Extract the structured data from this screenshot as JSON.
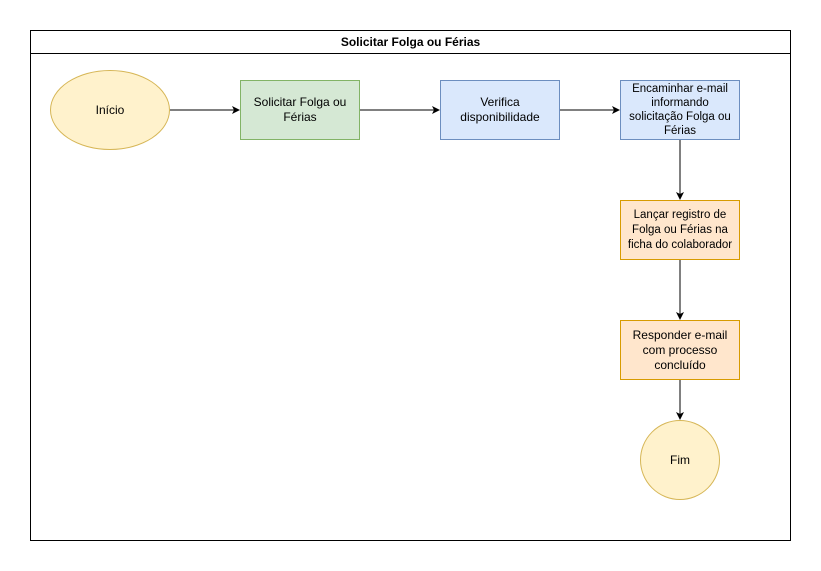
{
  "title": "Solicitar Folga ou Férias",
  "nodes": {
    "start": {
      "label": "Início",
      "fill": "#fff2cc",
      "stroke": "#d6b656"
    },
    "request": {
      "label": "Solicitar Folga ou Férias",
      "fill": "#d5e8d4",
      "stroke": "#82b366"
    },
    "check": {
      "label": "Verifica disponibilidade",
      "fill": "#dae8fc",
      "stroke": "#6c8ebf"
    },
    "forward": {
      "label": "Encaminhar e-mail informando solicitação Folga ou Férias",
      "fill": "#dae8fc",
      "stroke": "#6c8ebf"
    },
    "register": {
      "label": "Lançar registro de Folga ou Férias na ficha do colaborador",
      "fill": "#ffe6cc",
      "stroke": "#d79b00"
    },
    "reply": {
      "label": "Responder e-mail com processo concluído",
      "fill": "#ffe6cc",
      "stroke": "#d79b00"
    },
    "end": {
      "label": "Fim",
      "fill": "#fff2cc",
      "stroke": "#d6b656"
    }
  },
  "edges": [
    {
      "from": "start",
      "to": "request"
    },
    {
      "from": "request",
      "to": "check"
    },
    {
      "from": "check",
      "to": "forward"
    },
    {
      "from": "forward",
      "to": "register"
    },
    {
      "from": "register",
      "to": "reply"
    },
    {
      "from": "reply",
      "to": "end"
    }
  ]
}
